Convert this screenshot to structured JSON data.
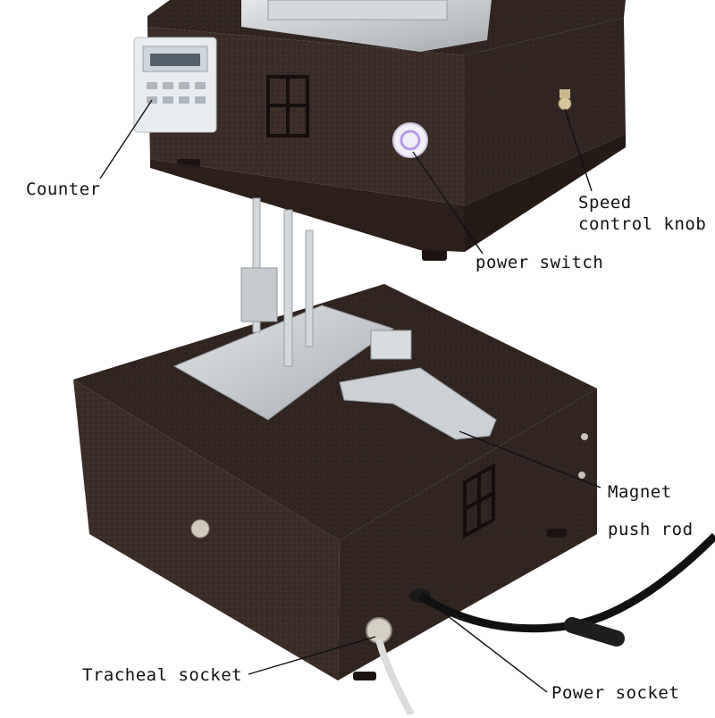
{
  "labels": {
    "counter": "Counter",
    "speed_line1": "Speed",
    "speed_line2": "control knob",
    "power_switch": "power switch",
    "magnet_line1": "Magnet",
    "magnet_line2": "push rod",
    "tracheal_socket": "Tracheal socket",
    "power_socket": "Power socket"
  },
  "colors": {
    "box_body": "#3a2d27",
    "box_edge": "#2a1f1a",
    "metal": "#c9ccd0",
    "metal_dark": "#9aa0a6",
    "leader_line": "#111111",
    "switch_glow": "#c9b6f0"
  }
}
